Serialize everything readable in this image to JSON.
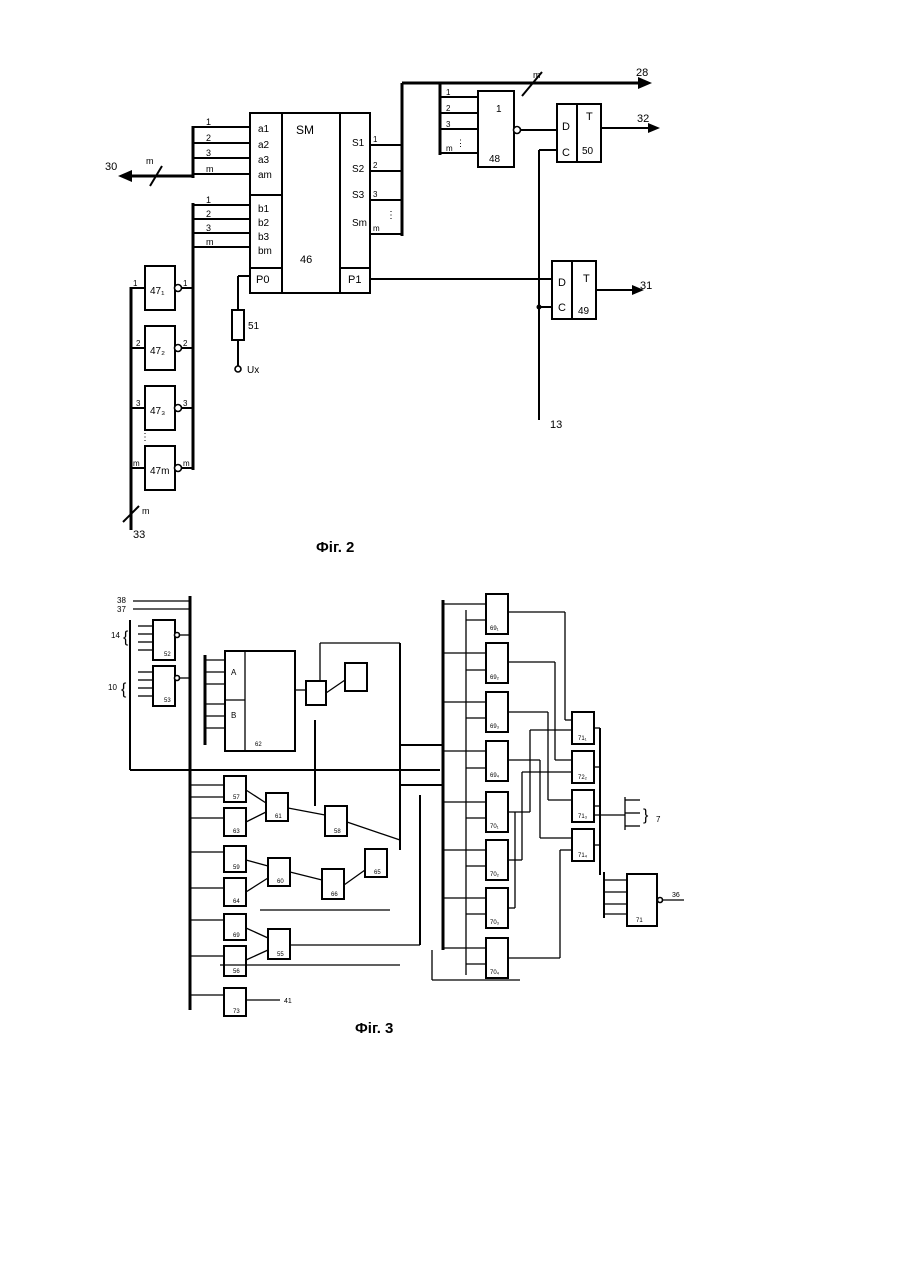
{
  "fig2": {
    "caption": "Фіг. 2",
    "sm": {
      "title": "SM",
      "number": "46",
      "a_inputs": [
        "a1",
        "a2",
        "a3",
        "am"
      ],
      "b_inputs": [
        "b1",
        "b2",
        "b3",
        "bm"
      ],
      "s_outputs": [
        "S1",
        "S2",
        "S3",
        "Sm"
      ],
      "p0": "P0",
      "p1": "P1"
    },
    "a_bus": {
      "label": "30",
      "width": "m",
      "lines": [
        "1",
        "2",
        "3",
        "m"
      ]
    },
    "b_bus": {
      "lines": [
        "1",
        "2",
        "3",
        "m"
      ]
    },
    "s_bus": {
      "lines": [
        "1",
        "2",
        "3",
        "m"
      ]
    },
    "or48": {
      "symbol": "1",
      "number": "48",
      "inputs": [
        "1",
        "2",
        "3",
        "m"
      ]
    },
    "out_bus": {
      "label": "28",
      "width": "m"
    },
    "ff50": {
      "d": "D",
      "c": "C",
      "t": "T",
      "number": "50",
      "out": "32"
    },
    "ff49": {
      "d": "D",
      "c": "C",
      "t": "T",
      "number": "49",
      "out": "31"
    },
    "clock_in": "13",
    "resistor": {
      "number": "51",
      "supply": "Ux"
    },
    "inverters": [
      {
        "label": "47₁",
        "in": "1",
        "out": "1"
      },
      {
        "label": "47₂",
        "in": "2",
        "out": "2"
      },
      {
        "label": "47₃",
        "in": "3",
        "out": "3"
      },
      {
        "label": "47m",
        "in": "m",
        "out": "m"
      }
    ],
    "bottom_bus": {
      "label": "33",
      "width": "m"
    }
  },
  "fig3": {
    "caption": "Фіг. 3",
    "top_inputs": [
      "38",
      "37"
    ],
    "group_labels": [
      "14",
      "10",
      "7"
    ],
    "output_label": "36",
    "aux_output": "41",
    "gates_left": [
      "52",
      "53",
      "57",
      "61",
      "63",
      "58",
      "59",
      "64",
      "60",
      "66",
      "65",
      "69",
      "56",
      "55",
      "73"
    ],
    "gates_mid": [
      "69₁",
      "69₂",
      "69₃",
      "69₄",
      "70₁",
      "70₂",
      "70₃",
      "70₄"
    ],
    "gates_right": [
      "71₁",
      "72₂",
      "71₃",
      "71₄"
    ],
    "final_gate": "71",
    "regs": {
      "a": "A",
      "b": "B",
      "number": "62"
    }
  }
}
